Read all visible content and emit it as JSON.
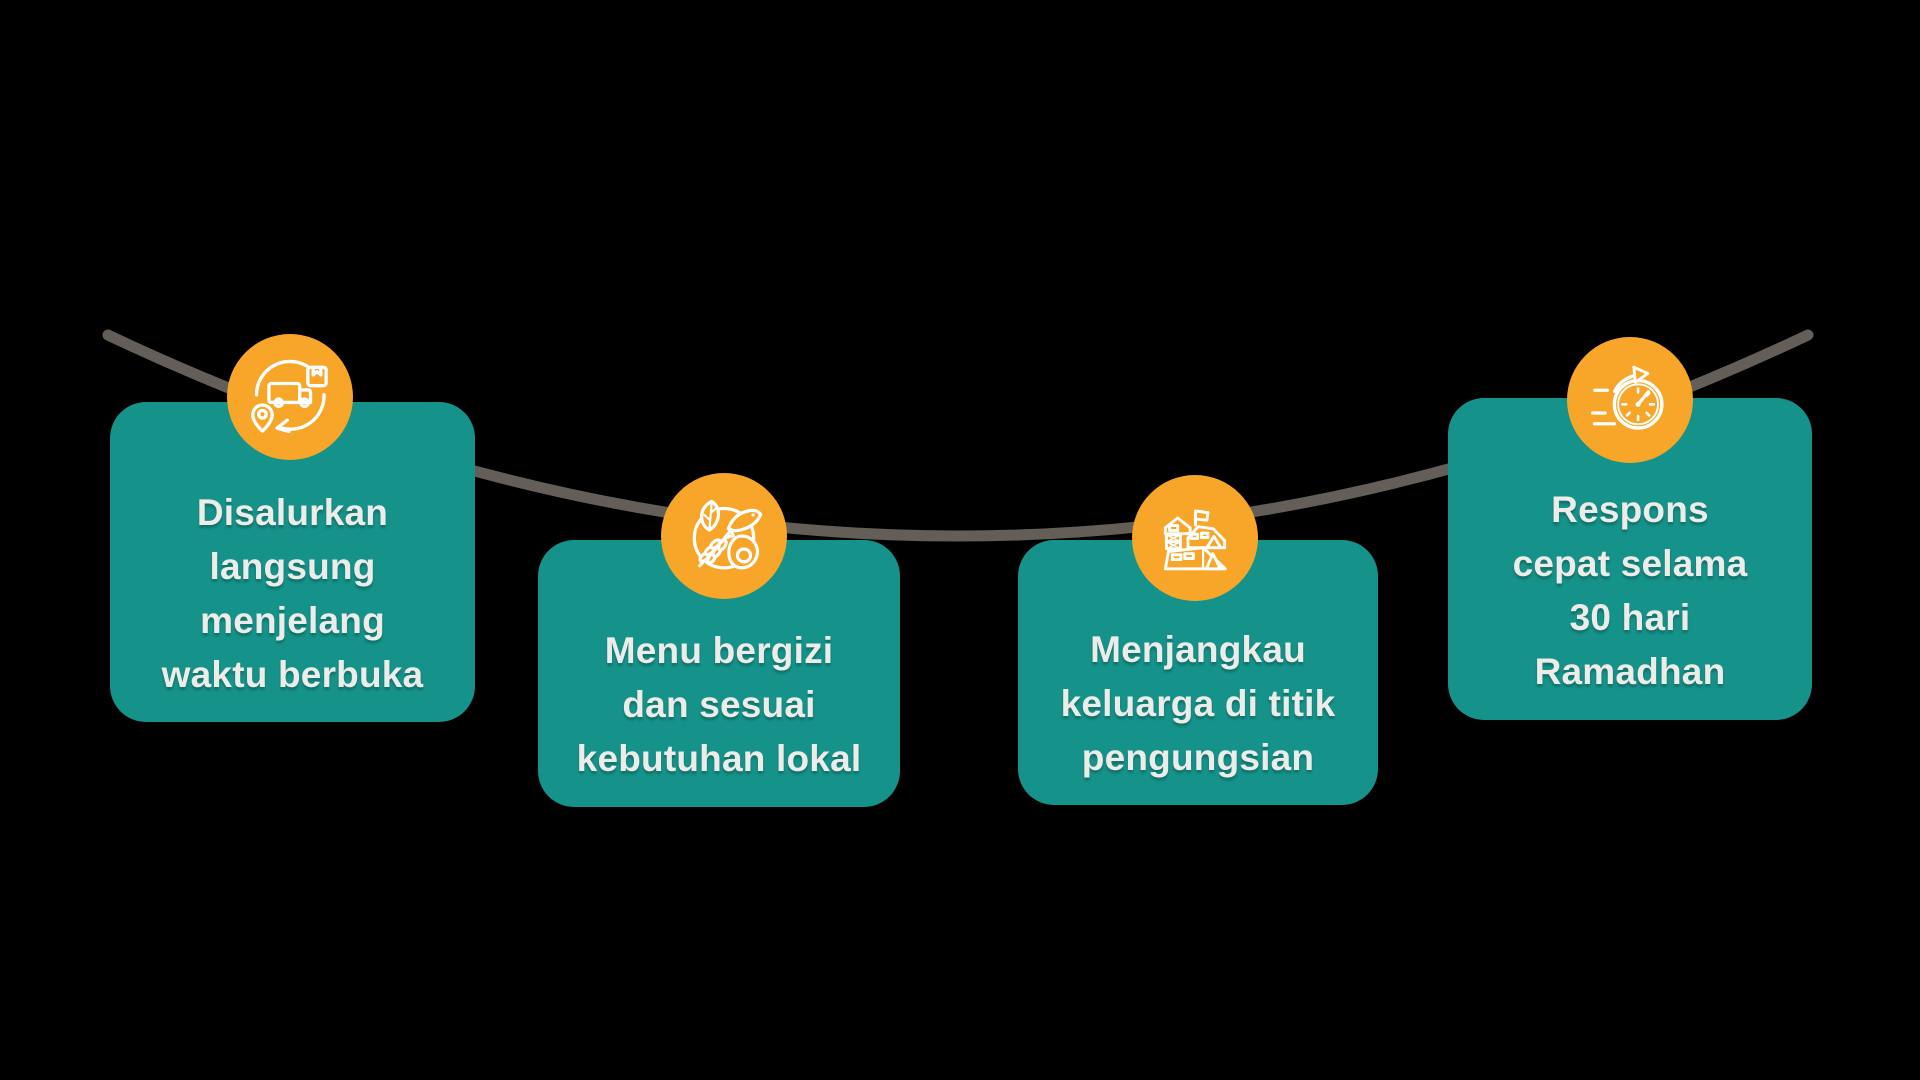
{
  "background": "#000000",
  "colors": {
    "background": "#000000",
    "card_bg": "#159289",
    "icon_bg": "#F7A62A",
    "icon_stroke": "#FFFFFF",
    "rope": "#635E58",
    "text": "#EEECE9"
  },
  "cards": [
    {
      "icon": "delivery-cycle-icon",
      "lines": [
        "Disalurkan",
        "langsung",
        "menjelang",
        "waktu berbuka"
      ]
    },
    {
      "icon": "nutrition-plate-icon",
      "lines": [
        "Menu bergizi",
        "dan sesuai",
        "kebutuhan lokal"
      ]
    },
    {
      "icon": "camp-tents-icon",
      "lines": [
        "Menjangkau",
        "keluarga di titik",
        "pengungsian"
      ]
    },
    {
      "icon": "fast-timer-icon",
      "lines": [
        "Respons",
        "cepat selama",
        "30 hari",
        "Ramadhan"
      ]
    }
  ]
}
